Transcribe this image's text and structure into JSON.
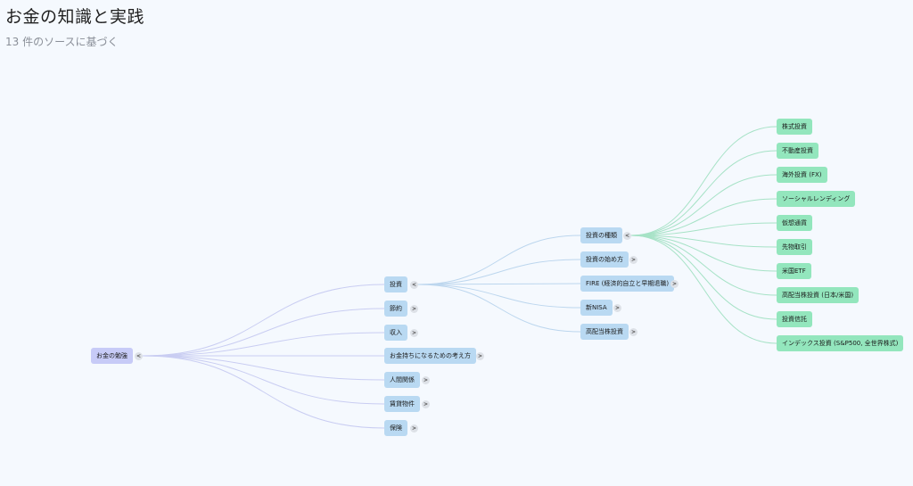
{
  "header": {
    "title": "お金の知識と実践",
    "subtitle": "13 件のソースに基づく"
  },
  "colors": {
    "root": "#c7cbf7",
    "level1": "#b9d9f2",
    "level2": "#b9d9f2",
    "level3": "#93e6bd",
    "edge_root": "#c9cdf2",
    "edge_mid": "#bcd6ee",
    "edge_leaf": "#a6e2c6"
  },
  "mindmap": {
    "root": {
      "label": "お金の勉強",
      "toggle": "<"
    },
    "level1": [
      {
        "label": "投資",
        "toggle": "<"
      },
      {
        "label": "節約",
        "toggle": ">"
      },
      {
        "label": "収入",
        "toggle": ">"
      },
      {
        "label": "お金持ちになるための考え方",
        "toggle": ">"
      },
      {
        "label": "人間関係",
        "toggle": ">"
      },
      {
        "label": "賃貸物件",
        "toggle": ">"
      },
      {
        "label": "保険",
        "toggle": ">"
      }
    ],
    "level2": [
      {
        "label": "投資の種類",
        "toggle": "<"
      },
      {
        "label": "投資の始め方",
        "toggle": ">"
      },
      {
        "label": "FIRE (経済的自立と早期退職)",
        "toggle": ">"
      },
      {
        "label": "新NISA",
        "toggle": ">"
      },
      {
        "label": "高配当株投資",
        "toggle": ">"
      }
    ],
    "level3": [
      {
        "label": "株式投資"
      },
      {
        "label": "不動産投資"
      },
      {
        "label": "海外投資 (FX)"
      },
      {
        "label": "ソーシャルレンディング"
      },
      {
        "label": "仮想通貨"
      },
      {
        "label": "先物取引"
      },
      {
        "label": "米国ETF"
      },
      {
        "label": "高配当株投資 (日本/米国)"
      },
      {
        "label": "投資信託"
      },
      {
        "label": "インデックス投資 (S&P500, 全世界株式)"
      }
    ]
  }
}
